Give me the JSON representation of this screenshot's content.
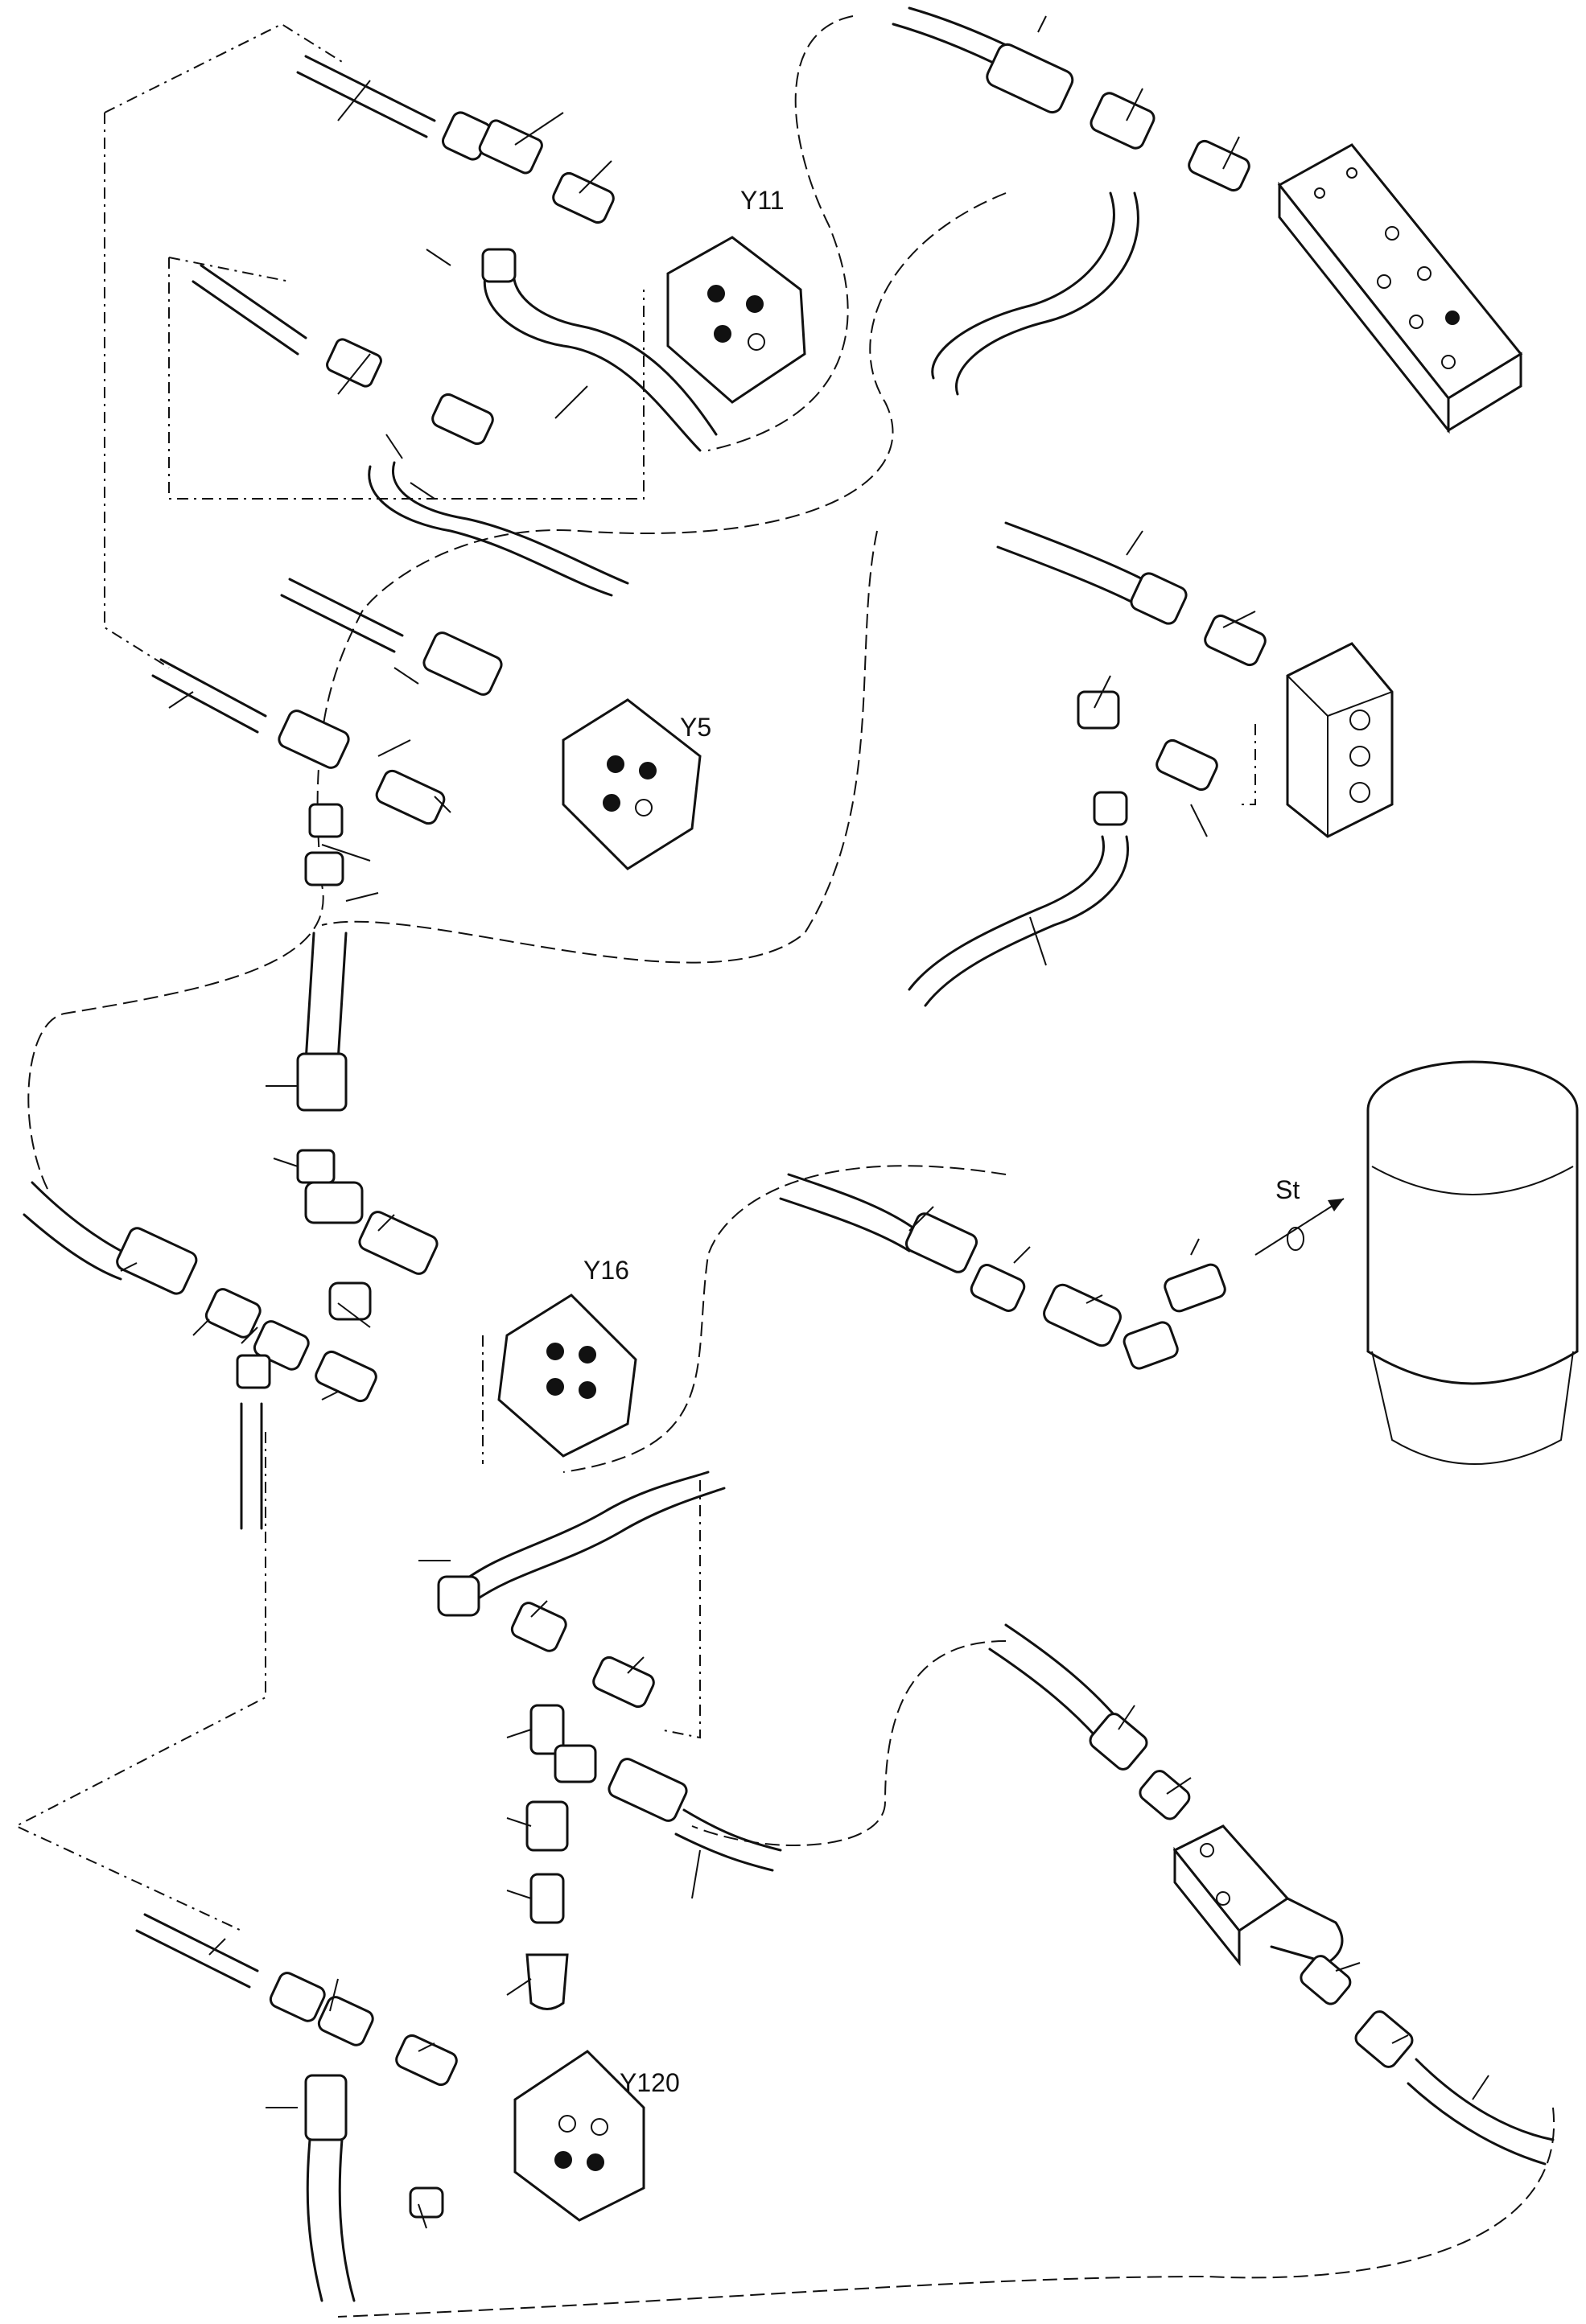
{
  "diagram": {
    "labels": {
      "y11": "Y11",
      "y5": "Y5",
      "y16": "Y16",
      "y120": "Y120",
      "st": "St"
    }
  }
}
